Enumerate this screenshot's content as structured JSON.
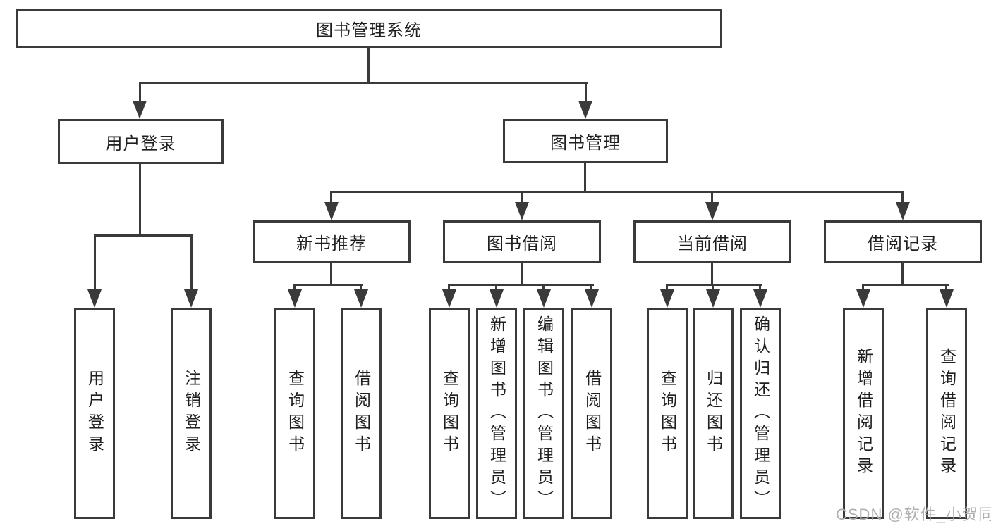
{
  "diagram": {
    "root": {
      "label": "图书管理系统"
    },
    "level2": [
      {
        "label": "用户登录"
      },
      {
        "label": "图书管理"
      }
    ],
    "level3": [
      {
        "label": "新书推荐"
      },
      {
        "label": "图书借阅"
      },
      {
        "label": "当前借阅"
      },
      {
        "label": "借阅记录"
      }
    ],
    "leaves": {
      "user_login": [
        "用户登录",
        "注销登录"
      ],
      "new_book_recommend": [
        "查询图书",
        "借阅图书"
      ],
      "book_borrow": [
        "查询图书",
        "新增图书（管理员）",
        "编辑图书（管理员）",
        "借阅图书"
      ],
      "current_borrow": [
        "查询图书",
        "归还图书",
        "确认归还（管理员）"
      ],
      "borrow_records": [
        "新增借阅记录",
        "查询借阅记录"
      ]
    }
  },
  "watermark": {
    "text": "CSDN @软件_小贺同学"
  },
  "colors": {
    "line": "#3a3a3a",
    "text": "#1f1f1f",
    "watermark": "#b0b0b0",
    "background": "#ffffff"
  }
}
